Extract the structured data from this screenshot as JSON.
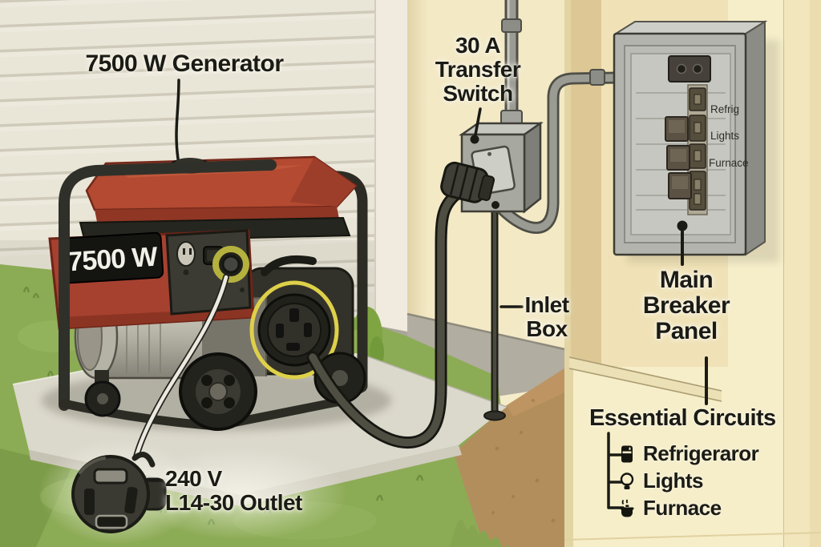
{
  "illustration": {
    "callouts": {
      "generator_label": "7500 W Generator",
      "transfer_switch_label": "30 A\nTransfer\nSwitch",
      "inlet_box_label": "Inlet\nBox",
      "outlet_label": "240 V\nL14-30 Outlet",
      "main_breaker_panel_label": "Main\nBreaker\nPanel"
    },
    "generator": {
      "wattage_badge": "7500 W"
    },
    "breaker_panel": {
      "circuit_labels": [
        "Refrig",
        "Lights",
        "Furnace"
      ]
    },
    "essential_circuits": {
      "title": "Essential Circuits",
      "items": [
        {
          "icon": "refrigerator-icon",
          "label": "Refrigeraror"
        },
        {
          "icon": "lightbulb-icon",
          "label": "Lights"
        },
        {
          "icon": "furnace-icon",
          "label": "Furnace"
        }
      ]
    },
    "colors": {
      "wall_cream": "#f5ecca",
      "siding_gray": "#e9e5d7",
      "generator_red": "#a64130",
      "grass_green": "#8cab55",
      "dirt_brown": "#b28e5e",
      "metal_gray": "#9a9b93",
      "highlight_yellow": "#ded049",
      "text_ink": "#1b1b16"
    }
  }
}
